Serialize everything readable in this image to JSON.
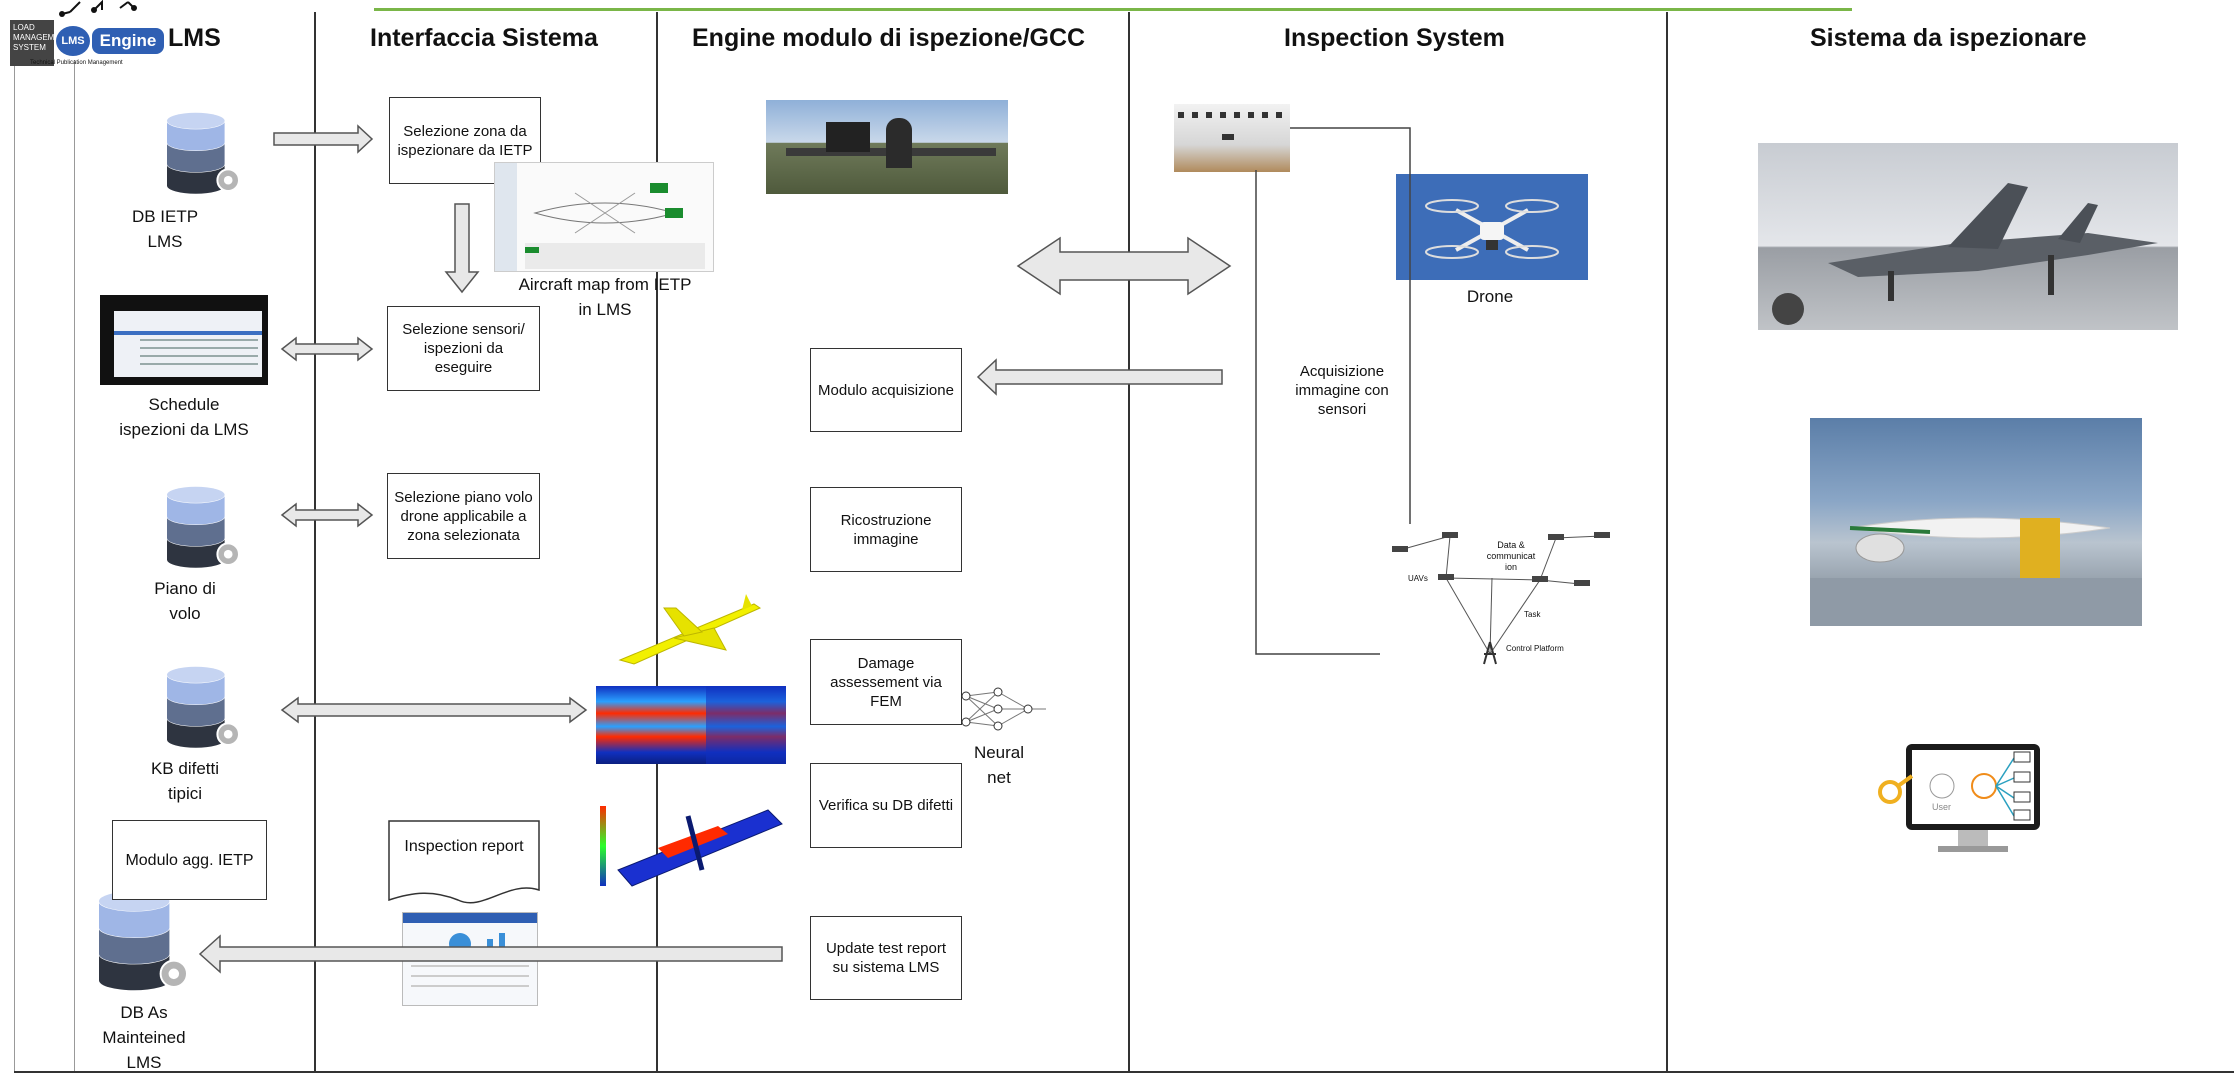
{
  "logo": {
    "line1": "LOAD",
    "line2": "MANAGEMENT",
    "line3": "SYSTEM",
    "badge": "LMS",
    "engine": "Engine",
    "subtitle": "Technical Publication Management"
  },
  "columns": {
    "lms": "LMS",
    "interfaccia": "Interfaccia Sistema",
    "engine": "Engine modulo di ispezione/GCC",
    "inspection": "Inspection System",
    "sistema": "Sistema da ispezionare"
  },
  "lms_items": {
    "db_ietp": "DB IETP\nLMS",
    "schedule": "Schedule\nispezioni da LMS",
    "piano": "Piano di\nvolo",
    "kb": "KB difetti\ntipici",
    "modulo_agg": "Modulo agg. IETP",
    "db_as": "DB As\nMainteined\nLMS"
  },
  "interfaccia_items": {
    "sel_zona": "Selezione zona da ispezionare da IETP",
    "sel_sensori": "Selezione sensori/ ispezioni da eseguire",
    "sel_piano": "Selezione piano volo drone applicabile a zona selezionata",
    "report": "Inspection report",
    "aircraft_map": "Aircraft map from IETP\nin LMS"
  },
  "engine_items": {
    "acquisizione": "Modulo acquisizione",
    "ricostruzione": "Ricostruzione immagine",
    "damage": "Damage assessement via FEM",
    "verifica": "Verifica su DB difetti",
    "update": "Update test report su sistema LMS",
    "neural": "Neural\nnet"
  },
  "inspection_items": {
    "drone": "Drone",
    "acquisizione_sensori": "Acquisizione\nimmagine con\nsensori",
    "net_data": "Data &\ncommunicat\nion",
    "net_uavs": "UAVs",
    "net_task": "Task",
    "net_platform": "Control Platform"
  },
  "sistema_items": {
    "user": "User"
  },
  "colors": {
    "accent_line": "#7ab648",
    "db_top": "#9fb6e6",
    "db_mid": "#5f6f8f",
    "db_bottom": "#2e3440",
    "arrow_fill": "#e8e8e8",
    "fem_hot": "#ff2a00",
    "fem_cold": "#1030c0",
    "aircraft_yellow": "#f2f000"
  }
}
